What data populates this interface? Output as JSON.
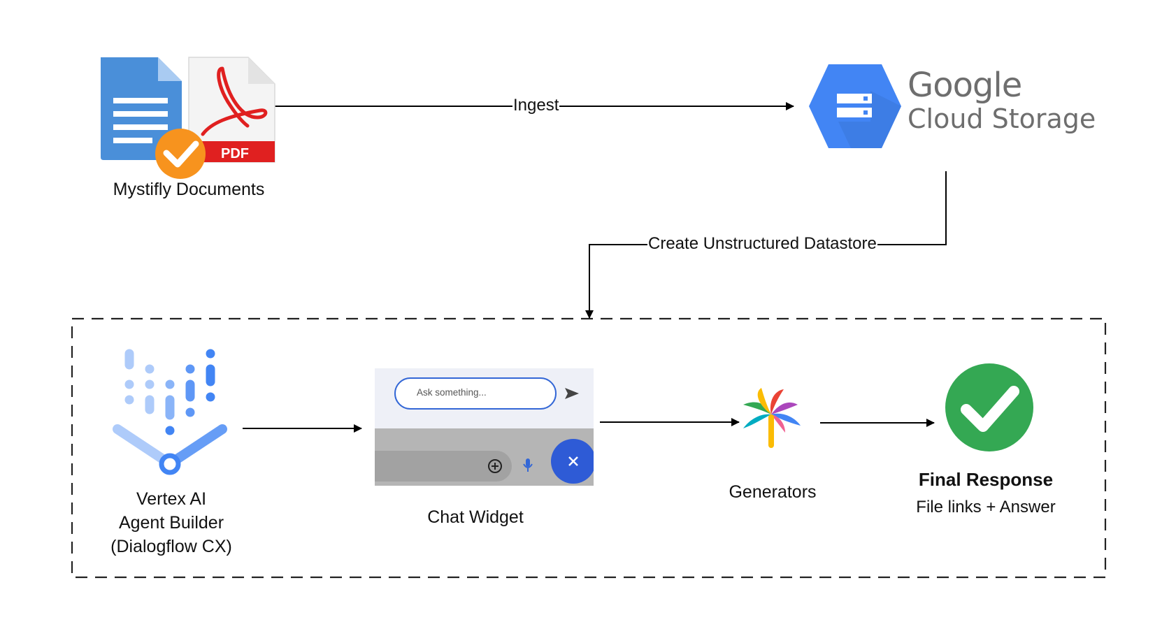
{
  "nodes": {
    "documents": {
      "label": "Mystifly Documents",
      "pdf_tag": "PDF"
    },
    "storage": {
      "brand": "Google",
      "product": "Cloud Storage"
    },
    "agent_builder": {
      "line1": "Vertex AI",
      "line2": "Agent Builder",
      "line3": "(Dialogflow CX)"
    },
    "chat_widget": {
      "label": "Chat Widget",
      "placeholder": "Ask something..."
    },
    "generators": {
      "label": "Generators"
    },
    "final_response": {
      "title": "Final Response",
      "subtitle": "File links + Answer"
    }
  },
  "edges": {
    "ingest": "Ingest",
    "datastore": "Create Unstructured Datastore"
  },
  "icons": {
    "documents": [
      "google-docs-icon",
      "pdf-file-icon",
      "checkmark-badge-icon"
    ],
    "storage": "google-cloud-storage-icon",
    "agent_builder": "vertex-ai-icon",
    "chat_widget": [
      "send-icon",
      "add-icon",
      "mic-icon",
      "close-icon"
    ],
    "generators": "generators-pinwheel-icon",
    "final_response": "check-circle-icon"
  },
  "colors": {
    "google_blue": "#4285f4",
    "pdf_red": "#e02020",
    "badge_orange": "#f7931e",
    "success_green": "#34a853"
  }
}
